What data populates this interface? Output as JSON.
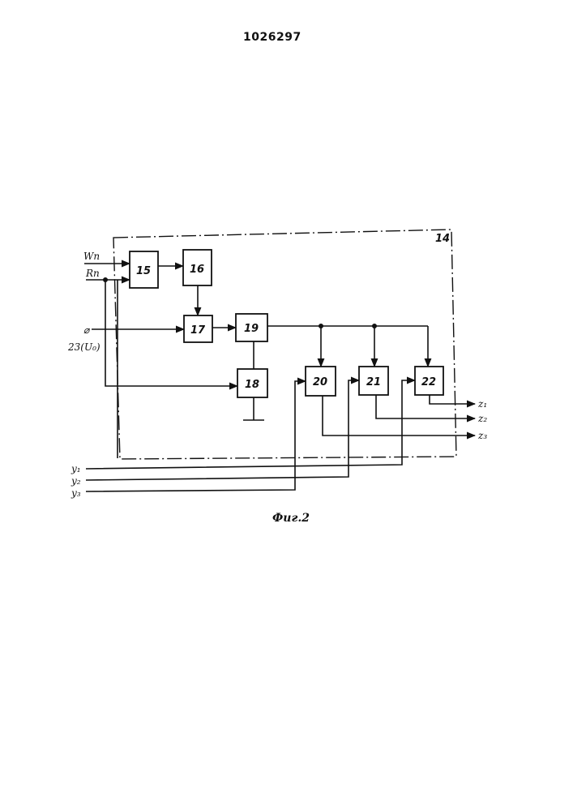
{
  "document": {
    "page_number": "1026297",
    "figure_caption": "Фиг.2"
  },
  "diagram": {
    "frame_label": "14",
    "blocks": [
      "15",
      "16",
      "17",
      "18",
      "19",
      "20",
      "21",
      "22"
    ],
    "inputs": {
      "wn": "Wn",
      "rn": "Rn",
      "ground_symbol": "⌀",
      "u0": "23(U₀)",
      "y1": "y₁",
      "y2": "y₂",
      "y3": "y₃"
    },
    "outputs": {
      "z1": "z₁",
      "z2": "z₂",
      "z3": "z₃"
    }
  }
}
